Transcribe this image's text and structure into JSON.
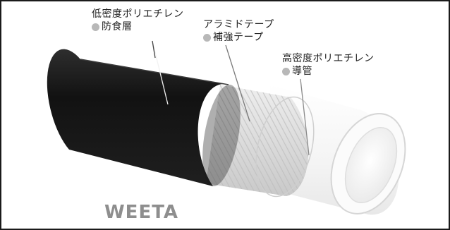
{
  "layers": [
    {
      "name": "低密度ポリエチレン",
      "role": "防食層"
    },
    {
      "name": "アラミドテープ",
      "role": "補強テープ"
    },
    {
      "name": "高密度ポリエチレン",
      "role": "導管"
    }
  ],
  "brand": "WEETA",
  "colors": {
    "outer_layer": "#1c1c1c",
    "tape_layer": "#e2e2e2",
    "inner_pipe": "#f7f7f7",
    "bullet": "#b8b8b8",
    "frame": "#1a1a1a"
  }
}
